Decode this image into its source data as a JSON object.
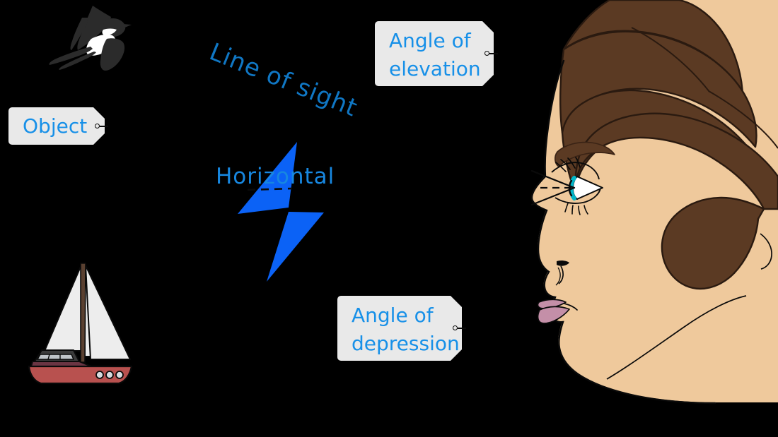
{
  "scene": {
    "title": "Angle of elevation and angle of depression diagram",
    "background_color": "#000000"
  },
  "labels": {
    "line_of_sight": "Line of sight",
    "horizontal": "Horizontal",
    "object": "Object",
    "angle_of_elevation_line1": "Angle of",
    "angle_of_elevation_line2": "elevation",
    "angle_of_depression_line1": "Angle of",
    "angle_of_depression_line2": "depression"
  },
  "colors": {
    "background": "#000000",
    "annotation_blue": "#1787E0",
    "line_of_sight_blue": "#1077C4",
    "tag_fill": "#E9E9E9",
    "tag_text": "#1790E8",
    "angle_wedge_blue": "#0B62F6",
    "outline": "#0A0A0A",
    "skin": "#EFC99C",
    "hair": "#5B3A23",
    "eyebrow": "#5B3A23",
    "iris_teal": "#00B6C8",
    "sclera_white": "#FFFFFF",
    "lips": "#C48FA8",
    "bird_body": "#2B2B2B",
    "bird_marking": "#FFFFFF",
    "boat_hull": "#B8514F",
    "boat_deck": "#6B3543",
    "boat_sail": "#EDEDED",
    "boat_mast": "#5A4030",
    "boat_cabin": "#3B3B3B"
  },
  "figures": {
    "bird": "swallow-in-flight",
    "boat": "sailboat",
    "person": "woman-head-profile-facing-left",
    "angle_elevation_wedge": "blue-triangular-wedge-upper",
    "angle_depression_wedge": "blue-triangular-wedge-lower",
    "horizontal_dashed_line": "dashed-reference-line"
  }
}
